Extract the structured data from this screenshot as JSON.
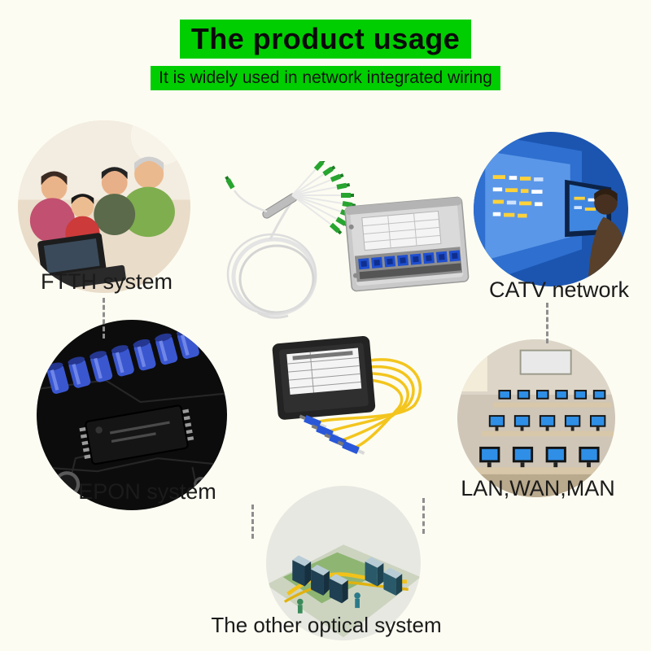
{
  "page": {
    "title": "The product usage",
    "subtitle": "It is widely used in network integrated wiring",
    "highlight_color": "#00ce00",
    "background_color": "#fcfcf2",
    "label_color": "#1b1b1b"
  },
  "usages": [
    {
      "id": "ftth",
      "label": "FTTH system"
    },
    {
      "id": "catv",
      "label": "CATV network"
    },
    {
      "id": "epon",
      "label": "EPON system"
    },
    {
      "id": "lan",
      "label": "LAN,WAN,MAN"
    },
    {
      "id": "other",
      "label": "The other optical system"
    }
  ],
  "center_products": [
    "bare-fiber-plc-splitter",
    "lgx-cassette-splitter-box",
    "abs-box-plc-splitter"
  ]
}
